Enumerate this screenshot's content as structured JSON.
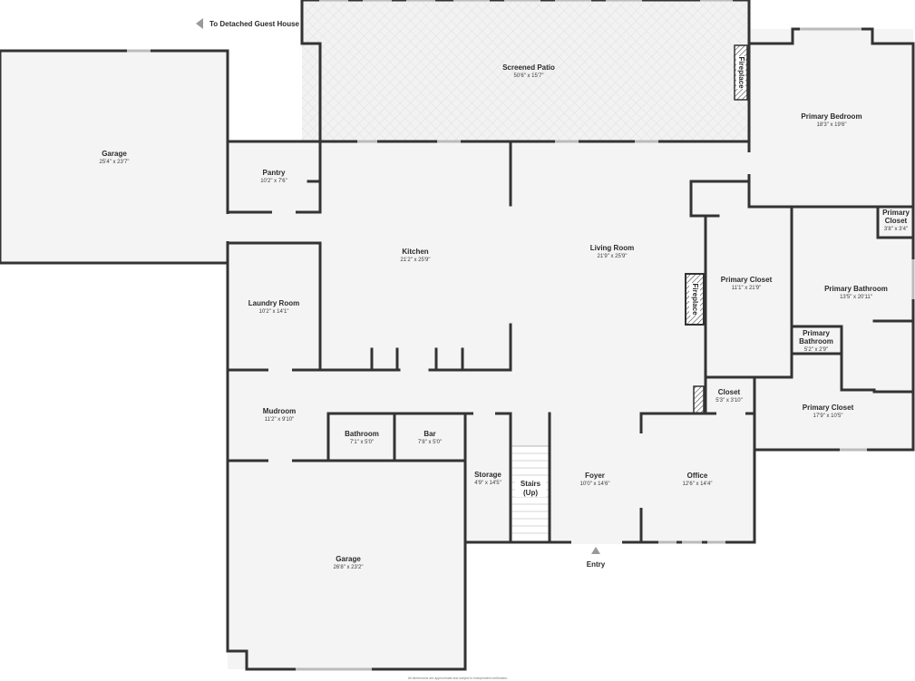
{
  "plan": {
    "annotations": {
      "to_guest_house": "To Detached Guest House",
      "entry": "Entry",
      "disclaimer": "All dimensions are approximate and subject to independent verification."
    },
    "fireplace_label": "Fireplace",
    "rooms": {
      "screened_patio": {
        "name": "Screened Patio",
        "dim": "50'6\" x 15'7\""
      },
      "garage_left": {
        "name": "Garage",
        "dim": "25'4\" x 23'7\""
      },
      "pantry": {
        "name": "Pantry",
        "dim": "10'2\" x 7'6\""
      },
      "kitchen": {
        "name": "Kitchen",
        "dim": "21'2\" x 25'9\""
      },
      "living_room": {
        "name": "Living Room",
        "dim": "21'9\" x 25'9\""
      },
      "primary_bedroom": {
        "name": "Primary Bedroom",
        "dim": "18'3\" x 19'6\""
      },
      "primary_closet_small": {
        "name_line1": "Primary",
        "name_line2": "Closet",
        "dim": "3'8\" x 3'4\""
      },
      "primary_closet_main": {
        "name": "Primary Closet",
        "dim": "11'1\" x 21'9\""
      },
      "primary_bathroom": {
        "name": "Primary Bathroom",
        "dim": "13'5\" x 20'11\""
      },
      "primary_bathroom_small": {
        "name_line1": "Primary",
        "name_line2": "Bathroom",
        "dim": "5'2\" x 2'9\""
      },
      "laundry_room": {
        "name": "Laundry Room",
        "dim": "10'2\" x 14'1\""
      },
      "mudroom": {
        "name": "Mudroom",
        "dim": "11'2\" x 9'10\""
      },
      "bathroom": {
        "name": "Bathroom",
        "dim": "7'1\" x 5'0\""
      },
      "bar": {
        "name": "Bar",
        "dim": "7'8\" x 5'0\""
      },
      "storage": {
        "name": "Storage",
        "dim": "4'9\" x 14'5\""
      },
      "stairs": {
        "name_line1": "Stairs",
        "name_line2": "(Up)"
      },
      "foyer": {
        "name": "Foyer",
        "dim": "10'0\" x 14'6\""
      },
      "office": {
        "name": "Office",
        "dim": "12'6\" x 14'4\""
      },
      "closet": {
        "name": "Closet",
        "dim": "5'3\" x 3'10\""
      },
      "primary_closet_lower": {
        "name": "Primary Closet",
        "dim": "17'9\" x 10'5\""
      },
      "garage_bottom": {
        "name": "Garage",
        "dim": "26'8\" x 23'2\""
      }
    }
  }
}
